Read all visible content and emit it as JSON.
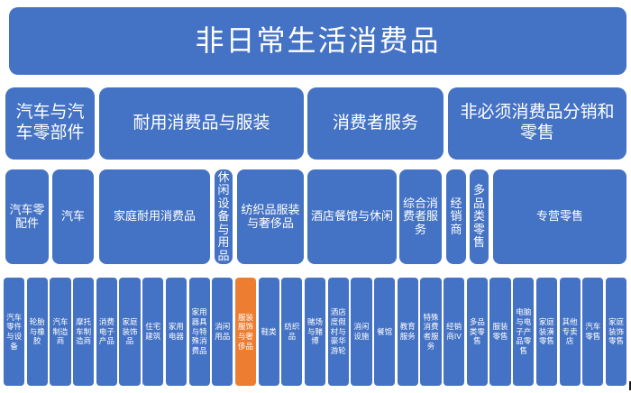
{
  "colors": {
    "box_blue": "#4472C4",
    "box_highlight_orange": "#ED7D31",
    "text": "#FFFFFF",
    "background": "#FFFFFF"
  },
  "diagram": {
    "title": "非日常生活消费品",
    "level2": [
      {
        "label": "汽车与汽车零部件"
      },
      {
        "label": "耐用消费品与服装"
      },
      {
        "label": "消费者服务"
      },
      {
        "label": "非必须消费品分销和零售"
      }
    ],
    "level3": [
      {
        "label": "汽车零配件"
      },
      {
        "label": "汽车"
      },
      {
        "label": "家庭耐用消费品"
      },
      {
        "label": "休闲设备与用品"
      },
      {
        "label": "纺织品服装与奢侈品"
      },
      {
        "label": "酒店餐馆与休闲"
      },
      {
        "label": "综合消费者服务"
      },
      {
        "label": "经销商"
      },
      {
        "label": "多品类零售"
      },
      {
        "label": "专营零售"
      }
    ],
    "level4": [
      "汽车零件与设备",
      "轮胎与橡胶",
      "汽车制造商",
      "摩托车制造商",
      "消费电子产品",
      "家庭装饰品",
      "住宅建筑",
      "家用电器",
      "家用器具与特殊消费品",
      "消闲用品",
      "服装服饰与奢侈品",
      "鞋类",
      "纺织品",
      "赌场与赌博",
      "酒店度假村与豪华游轮",
      "消闲设施",
      "餐馆",
      "教育服务",
      "特殊消费者服务",
      "经销商IV",
      "多品类零售",
      "服装零售",
      "电脑与电子产品零售",
      "家庭装潢零售",
      "其他专卖店",
      "汽车零售",
      "家庭装饰零售"
    ],
    "highlighted_item": "服装服饰与奢侈品"
  }
}
